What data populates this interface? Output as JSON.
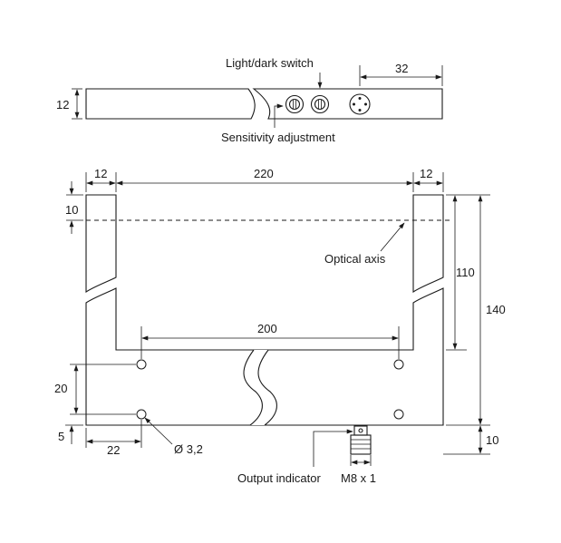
{
  "top_view": {
    "label_light_dark_switch": "Light/dark switch",
    "label_sensitivity_adjustment": "Sensitivity adjustment",
    "dim_height": "12",
    "dim_connector_width": "32"
  },
  "front_view": {
    "dim_left_arm_width": "12",
    "dim_slot_width": "220",
    "dim_right_arm_width": "12",
    "dim_axis_offset": "10",
    "dim_arm_height": "110",
    "dim_total_height": "140",
    "dim_hole_spacing": "200",
    "dim_hole_vertical": "20",
    "dim_hole_bottom": "5",
    "dim_hole_side": "22",
    "dim_connector_offset": "10",
    "label_optical_axis": "Optical axis",
    "label_hole_diameter": "Ø 3,2",
    "label_output_indicator": "Output indicator",
    "label_thread": "M8 x 1"
  },
  "icons": {
    "arrowhead": "arrowhead-icon",
    "potentiometer": "potentiometer-icon",
    "connector_face": "connector-face-icon"
  }
}
